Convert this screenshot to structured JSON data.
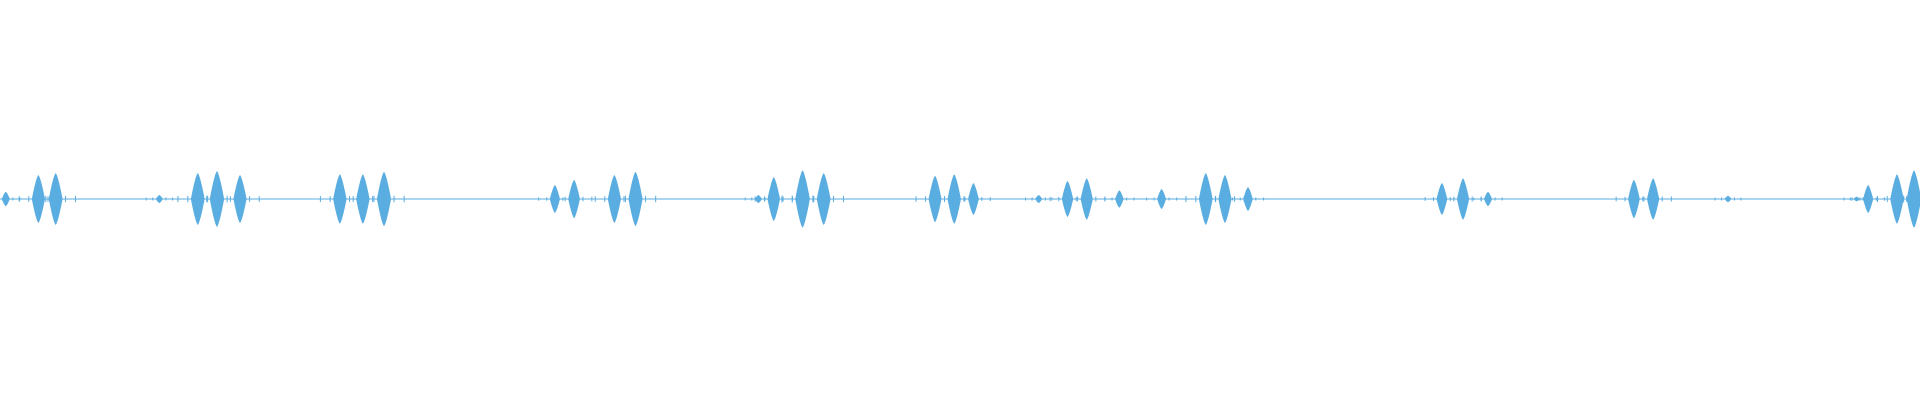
{
  "waveform": {
    "color": "#5aade0",
    "bursts": [
      {
        "time": 0.003,
        "amplitude": 0.018
      },
      {
        "time": 0.02,
        "amplitude": 0.06
      },
      {
        "time": 0.029,
        "amplitude": 0.065
      },
      {
        "time": 0.083,
        "amplitude": 0.01
      },
      {
        "time": 0.103,
        "amplitude": 0.065
      },
      {
        "time": 0.113,
        "amplitude": 0.07
      },
      {
        "time": 0.125,
        "amplitude": 0.06
      },
      {
        "time": 0.177,
        "amplitude": 0.062
      },
      {
        "time": 0.189,
        "amplitude": 0.062
      },
      {
        "time": 0.2,
        "amplitude": 0.068
      },
      {
        "time": 0.289,
        "amplitude": 0.035
      },
      {
        "time": 0.299,
        "amplitude": 0.048
      },
      {
        "time": 0.32,
        "amplitude": 0.06
      },
      {
        "time": 0.331,
        "amplitude": 0.068
      },
      {
        "time": 0.395,
        "amplitude": 0.01
      },
      {
        "time": 0.403,
        "amplitude": 0.055
      },
      {
        "time": 0.418,
        "amplitude": 0.072
      },
      {
        "time": 0.429,
        "amplitude": 0.065
      },
      {
        "time": 0.487,
        "amplitude": 0.058
      },
      {
        "time": 0.497,
        "amplitude": 0.062
      },
      {
        "time": 0.507,
        "amplitude": 0.04
      },
      {
        "time": 0.541,
        "amplitude": 0.01
      },
      {
        "time": 0.556,
        "amplitude": 0.045
      },
      {
        "time": 0.566,
        "amplitude": 0.052
      },
      {
        "time": 0.583,
        "amplitude": 0.022
      },
      {
        "time": 0.605,
        "amplitude": 0.025
      },
      {
        "time": 0.628,
        "amplitude": 0.065
      },
      {
        "time": 0.638,
        "amplitude": 0.06
      },
      {
        "time": 0.65,
        "amplitude": 0.03
      },
      {
        "time": 0.751,
        "amplitude": 0.04
      },
      {
        "time": 0.762,
        "amplitude": 0.052
      },
      {
        "time": 0.775,
        "amplitude": 0.018
      },
      {
        "time": 0.851,
        "amplitude": 0.048
      },
      {
        "time": 0.861,
        "amplitude": 0.052
      },
      {
        "time": 0.9,
        "amplitude": 0.008
      },
      {
        "time": 0.967,
        "amplitude": 0.006
      },
      {
        "time": 0.973,
        "amplitude": 0.035
      },
      {
        "time": 0.988,
        "amplitude": 0.062
      },
      {
        "time": 0.998,
        "amplitude": 0.072
      }
    ]
  }
}
